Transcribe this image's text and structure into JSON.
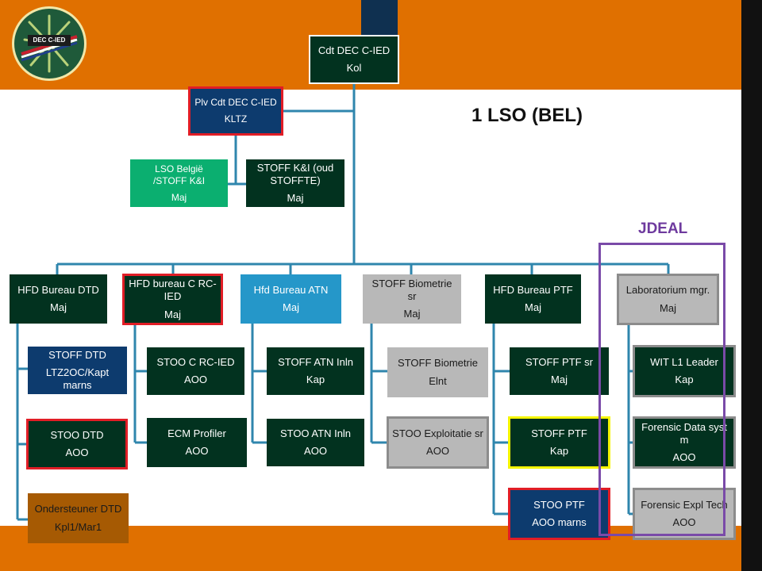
{
  "slide": {
    "title": "1 LSO (BEL)",
    "jdeal_label": "JDEAL",
    "logo": {
      "text": "DEC C-IED",
      "icon": "dec-cied-emblem"
    },
    "colors": {
      "orange_band": "#E07000",
      "dark_green": "#02321F",
      "navy": "#0D3B6E",
      "green": "#0BAF70",
      "light_blue": "#2597C9",
      "grey": "#B8B8B8",
      "brown": "#A65A03",
      "highlight_red": "#E11D26",
      "highlight_yellow": "#F5F500",
      "jdeal_purple": "#7A4AA8",
      "connector": "#2F86AD"
    }
  },
  "nodes": {
    "cdt": {
      "line1": "Cdt DEC C-IED",
      "line2": "Kol"
    },
    "plv": {
      "line1": "Plv Cdt DEC C-IED",
      "line2": "KLTZ"
    },
    "lso_belgie": {
      "line1": "LSO België /STOFF K&I",
      "line2": "Maj"
    },
    "stoff_ki": {
      "line1": "STOFF K&I (oud STOFFTE)",
      "line2": "Maj"
    },
    "hfd_dtd": {
      "line1": "HFD Bureau DTD",
      "line2": "Maj"
    },
    "stoff_dtd": {
      "line1": "STOFF DTD",
      "line2": "LTZ2OC/Kapt marns"
    },
    "stoo_dtd": {
      "line1": "STOO DTD",
      "line2": "AOO"
    },
    "ondersteuner_dtd": {
      "line1": "Ondersteuner DTD",
      "line2": "Kpl1/Mar1"
    },
    "hfd_crcied": {
      "line1": "HFD bureau C RC-IED",
      "line2": "Maj"
    },
    "stoo_crcied": {
      "line1": "STOO C RC-IED",
      "line2": "AOO"
    },
    "ecm_profiler": {
      "line1": "ECM Profiler",
      "line2": "AOO"
    },
    "hfd_atn": {
      "line1": "Hfd Bureau ATN",
      "line2": "Maj"
    },
    "stoff_atn": {
      "line1": "STOFF ATN Inln",
      "line2": "Kap"
    },
    "stoo_atn": {
      "line1": "STOO ATN Inln",
      "line2": "AOO"
    },
    "stoff_bio_sr": {
      "line1": "STOFF Biometrie sr",
      "line2": "Maj"
    },
    "stoff_bio": {
      "line1": "STOFF Biometrie",
      "line2": "Elnt"
    },
    "stoo_expl": {
      "line1": "STOO Exploitatie sr",
      "line2": "AOO"
    },
    "hfd_ptf": {
      "line1": "HFD Bureau PTF",
      "line2": "Maj"
    },
    "stoff_ptf_sr": {
      "line1": "STOFF PTF sr",
      "line2": "Maj"
    },
    "stoff_ptf": {
      "line1": "STOFF PTF",
      "line2": "Kap"
    },
    "stoo_ptf": {
      "line1": "STOO PTF",
      "line2": "AOO marns"
    },
    "lab_mgr": {
      "line1": "Laboratorium mgr.",
      "line2": "Maj"
    },
    "wit_l1": {
      "line1": "WIT L1 Leader",
      "line2": "Kap"
    },
    "forensic_data": {
      "line1": "Forensic Data syst m",
      "line2": "AOO"
    },
    "forensic_expl": {
      "line1": "Forensic Expl Tech",
      "line2": "AOO"
    }
  }
}
